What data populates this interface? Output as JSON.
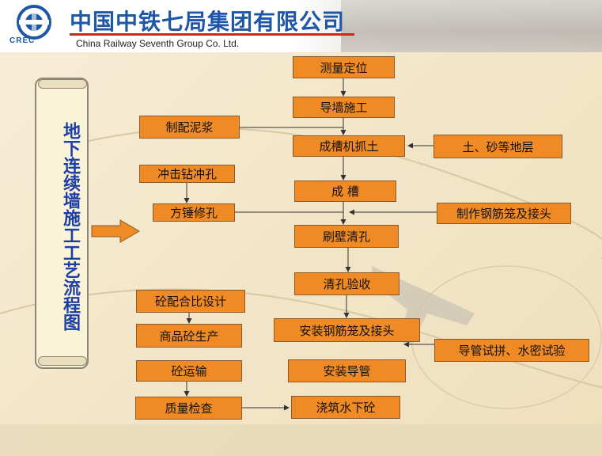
{
  "header": {
    "company_cn": "中国中铁七局集团有限公司",
    "company_en": "China Railway Seventh Group Co. Ltd.",
    "logo_text": "CREC"
  },
  "scroll": {
    "title": "地下连续墙施工工艺流程图"
  },
  "colors": {
    "box_fill": "#f08a24",
    "title_blue": "#1c3fa6",
    "brand_blue": "#1e56a8",
    "accent_red": "#d2251d"
  },
  "flow": {
    "main": [
      "测量定位",
      "导墙施工",
      "成槽机抓土",
      "成 槽",
      "刷壁清孔",
      "清孔验收",
      "安装钢筋笼及接头",
      "安装导管",
      "浇筑水下砼"
    ],
    "left": [
      "制配泥浆",
      "冲击钻冲孔",
      "方锤修孔",
      "砼配合比设计",
      "商品砼生产",
      "砼运输",
      "质量检查"
    ],
    "right": [
      "土、砂等地层",
      "制作钢筋笼及接头",
      "导管试拼、水密试验"
    ]
  }
}
